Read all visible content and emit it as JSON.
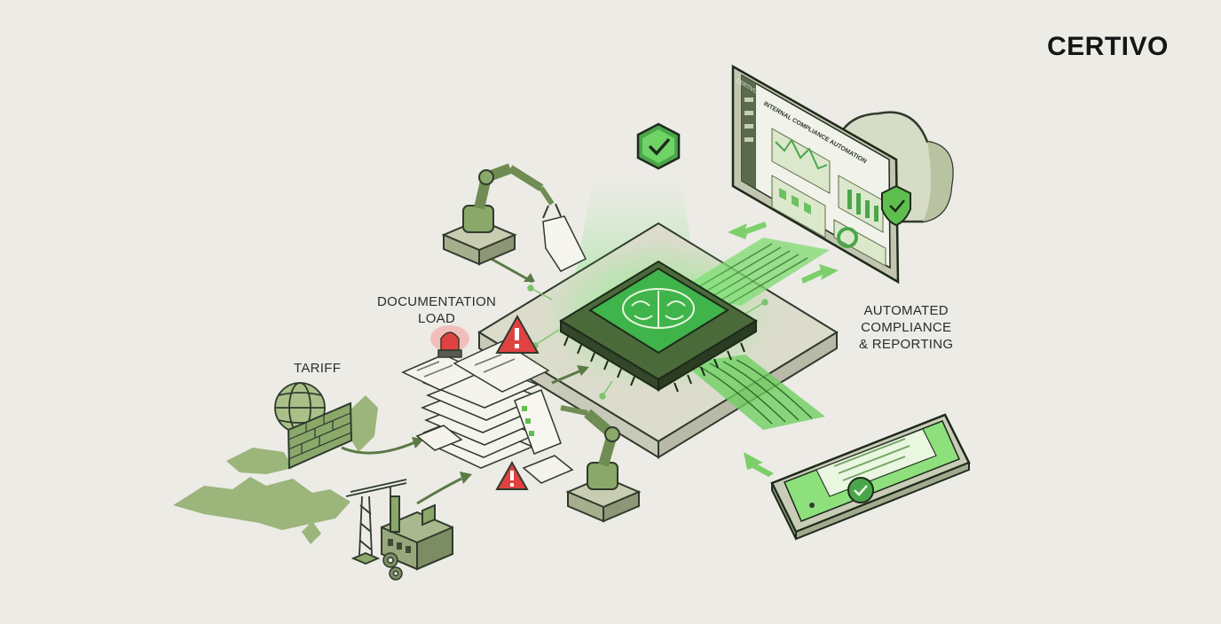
{
  "brand": {
    "logo_text": "CERTIVO"
  },
  "labels": {
    "documentation": [
      "DOCUMENTATION",
      "LOAD"
    ],
    "tariff": "TARIFF",
    "automated": [
      "AUTOMATED",
      "COMPLIANCE",
      "& REPORTING"
    ]
  },
  "monitor": {
    "logo_text": "CERTIVO",
    "heading": "INTERNAL COMPLIANCE AUTOMATION"
  },
  "colors": {
    "background": "#ecebe6",
    "accent_green": "#5fd35a",
    "olive": "#8aa86a",
    "dark_line": "#2f3a2c",
    "alert_red": "#d8393a"
  },
  "icons": [
    "check-badge-icon",
    "shield-check-icon",
    "cloud-icon",
    "brain-icon",
    "globe-icon",
    "warning-icon",
    "alarm-light-icon",
    "robot-arm-icon",
    "factory-icon",
    "crane-icon",
    "gear-icon"
  ]
}
